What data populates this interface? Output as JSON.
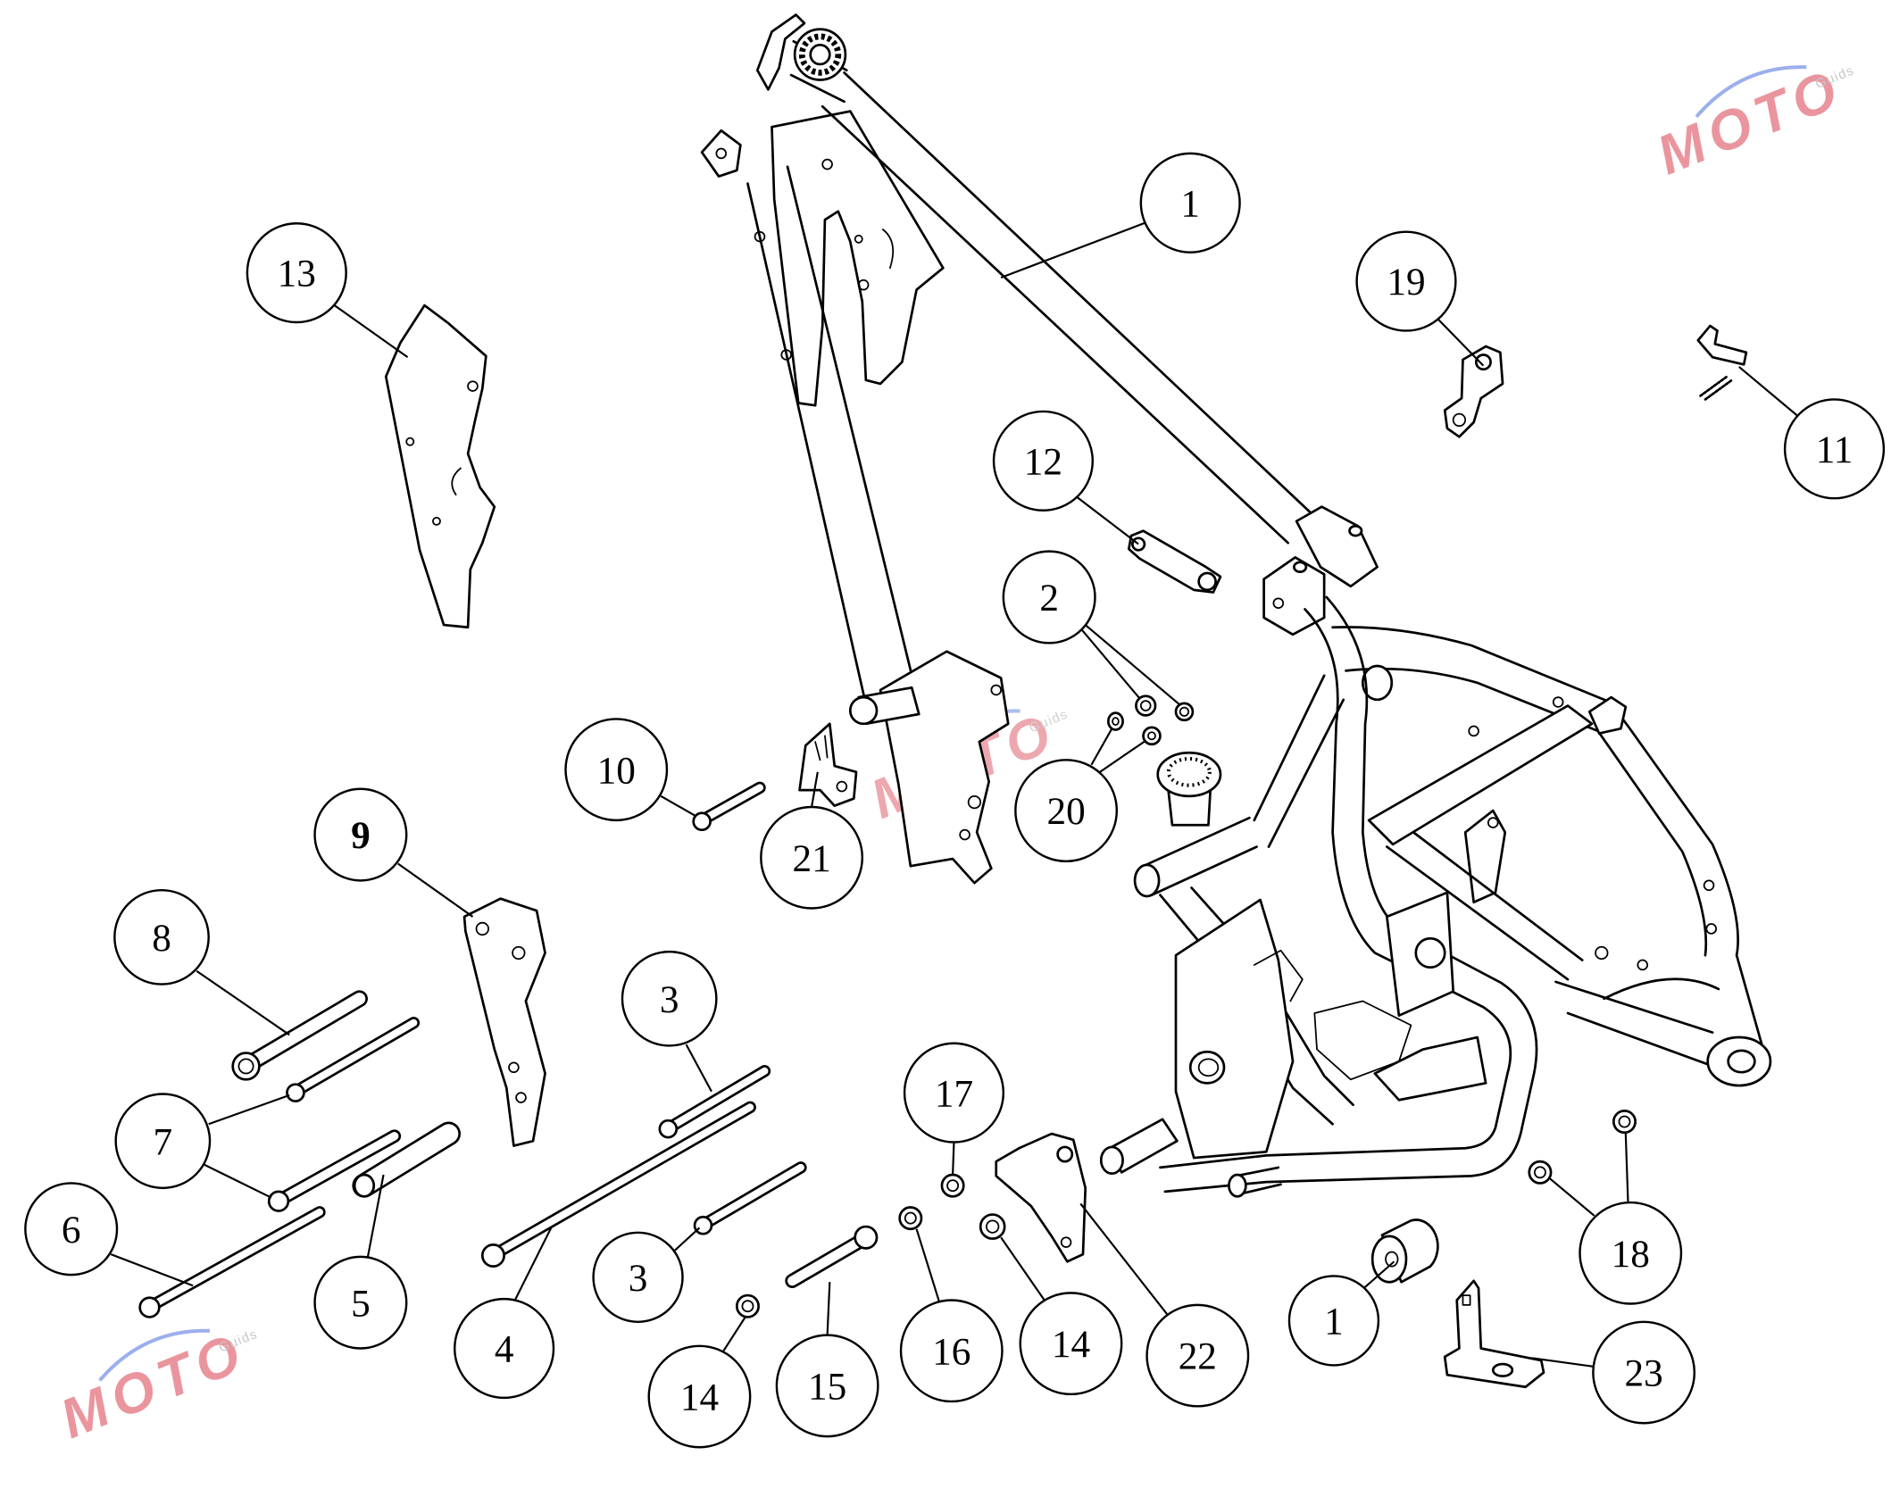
{
  "diagram": {
    "callouts": [
      {
        "label": "1"
      },
      {
        "label": "13"
      },
      {
        "label": "19"
      },
      {
        "label": "11"
      },
      {
        "label": "12"
      },
      {
        "label": "2"
      },
      {
        "label": "10"
      },
      {
        "label": "20"
      },
      {
        "label": "21"
      },
      {
        "label": "9"
      },
      {
        "label": "8"
      },
      {
        "label": "3"
      },
      {
        "label": "17"
      },
      {
        "label": "7"
      },
      {
        "label": "6"
      },
      {
        "label": "5"
      },
      {
        "label": "3"
      },
      {
        "label": "18"
      },
      {
        "label": "1"
      },
      {
        "label": "4"
      },
      {
        "label": "14"
      },
      {
        "label": "15"
      },
      {
        "label": "16"
      },
      {
        "label": "14"
      },
      {
        "label": "22"
      },
      {
        "label": "23"
      }
    ]
  },
  "watermark": {
    "brand": "MOTO",
    "sub": "Guids",
    "brand_color": "#d9404f",
    "swoosh_color": "#4d6fe0"
  }
}
